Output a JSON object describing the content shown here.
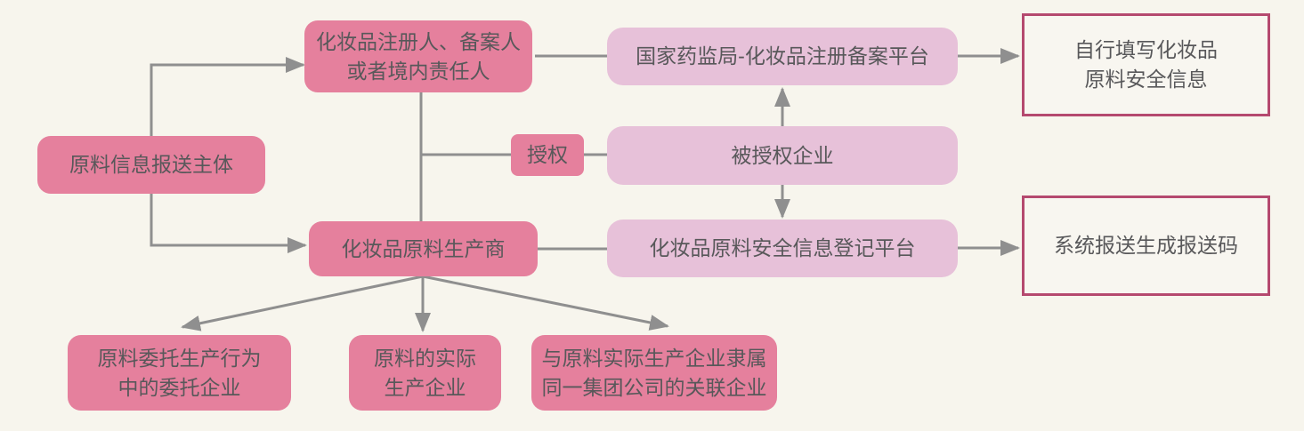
{
  "canvas": {
    "background": "#f7f5ed"
  },
  "colors": {
    "dark_pink_node": "#e5809d",
    "light_pink_node": "#e7c1d9",
    "outline_box_border": "#b5496f",
    "outline_box_fill": "#f8f6f0",
    "connector_gray": "#8f8f8f",
    "text_gray": "#58585a"
  },
  "nodes": {
    "subject": {
      "label": "原料信息报送主体"
    },
    "registrant": {
      "label": "化妆品注册人、备案人\n或者境内责任人"
    },
    "producer": {
      "label": "化妆品原料生产商"
    },
    "authorize": {
      "label": "授权"
    },
    "nmpa_platform": {
      "label": "国家药监局-化妆品注册备案平台"
    },
    "authorized_company": {
      "label": "被授权企业"
    },
    "registry_platform": {
      "label": "化妆品原料安全信息登记平台"
    },
    "self_fill": {
      "label": "自行填写化妆品\n原料安全信息"
    },
    "system_code": {
      "label": "系统报送生成报送码"
    },
    "entrusted_company": {
      "label": "原料委托生产行为\n中的委托企业"
    },
    "actual_producer": {
      "label": "原料的实际\n生产企业"
    },
    "affiliated_company": {
      "label": "与原料实际生产企业隶属\n同一集团公司的关联企业"
    }
  },
  "edges": [
    {
      "from": "subject",
      "to": "registrant",
      "arrow": true
    },
    {
      "from": "subject",
      "to": "producer",
      "arrow": true
    },
    {
      "from": "registrant",
      "to": "producer",
      "arrow": false
    },
    {
      "from": "registrant",
      "to": "authorized_company",
      "arrow": false,
      "via_label": "授权"
    },
    {
      "from": "registrant",
      "to": "nmpa_platform",
      "arrow": false
    },
    {
      "from": "nmpa_platform",
      "to": "self_fill",
      "arrow": true
    },
    {
      "from": "authorized_company",
      "to": "nmpa_platform",
      "arrow": true
    },
    {
      "from": "authorized_company",
      "to": "registry_platform",
      "arrow": true
    },
    {
      "from": "producer",
      "to": "registry_platform",
      "arrow": false
    },
    {
      "from": "registry_platform",
      "to": "system_code",
      "arrow": true
    },
    {
      "from": "producer",
      "to": "entrusted_company",
      "arrow": true
    },
    {
      "from": "producer",
      "to": "actual_producer",
      "arrow": true
    },
    {
      "from": "producer",
      "to": "affiliated_company",
      "arrow": true
    }
  ]
}
